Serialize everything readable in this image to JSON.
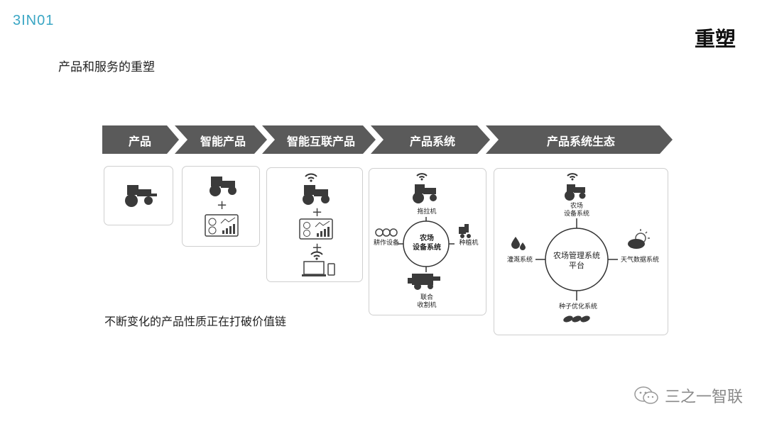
{
  "logo": "3IN01",
  "title": "重塑",
  "subtitle": "产品和服务的重塑",
  "stages": [
    {
      "label": "产品"
    },
    {
      "label": "智能产品"
    },
    {
      "label": "智能互联产品"
    },
    {
      "label": "产品系统"
    },
    {
      "label": "产品系统生态"
    }
  ],
  "farm_system": {
    "center": "农场\n设备系统",
    "top": "拖拉机",
    "left": "耕作设备",
    "right": "种植机",
    "bottom": "联合\n收割机"
  },
  "ecosystem": {
    "center": "农场管理系统\n平台",
    "top": "农场\n设备系统",
    "left": "灌溉系统",
    "right": "天气数据系统",
    "bottom": "种子优化系统"
  },
  "caption": "不断变化的产品性质正在打破价值链",
  "watermark": "三之一智联",
  "colors": {
    "arrow": "#5a5a5a",
    "logo": "#3aa6c4"
  }
}
